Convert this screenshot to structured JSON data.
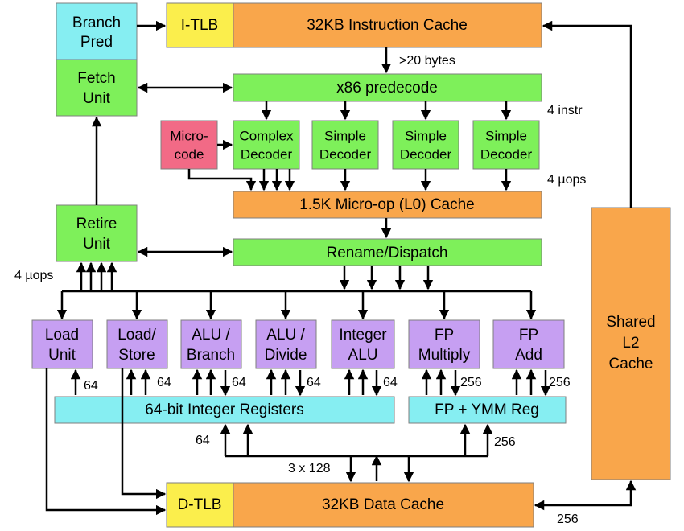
{
  "colors": {
    "orange": "#f9a64b",
    "green": "#7ef05a",
    "cyan": "#86eef2",
    "yellow": "#fbee4c",
    "pink": "#f26a86",
    "purple": "#c69ff2"
  },
  "blocks": {
    "branch_pred": [
      "Branch",
      "Pred"
    ],
    "fetch_unit": [
      "Fetch",
      "Unit"
    ],
    "retire_unit": [
      "Retire",
      "Unit"
    ],
    "itlb": "I-TLB",
    "icache": "32KB Instruction Cache",
    "predecode": "x86 predecode",
    "microcode": [
      "Micro-",
      "code"
    ],
    "complex_decoder": [
      "Complex",
      "Decoder"
    ],
    "simple_decoder": [
      "Simple",
      "Decoder"
    ],
    "uop_cache": "1.5K Micro-op (L0) Cache",
    "rename": "Rename/Dispatch",
    "load_unit": [
      "Load",
      "Unit"
    ],
    "load_store": [
      "Load/",
      "Store"
    ],
    "alu_branch": [
      "ALU /",
      "Branch"
    ],
    "alu_divide": [
      "ALU /",
      "Divide"
    ],
    "integer_alu": [
      "Integer",
      "ALU"
    ],
    "fp_multiply": [
      "FP",
      "Multiply"
    ],
    "fp_add": [
      "FP",
      "Add"
    ],
    "int_regs": "64-bit Integer Registers",
    "fp_regs": "FP + YMM Reg",
    "dtlb": "D-TLB",
    "dcache": "32KB Data Cache",
    "l2": [
      "Shared",
      "L2",
      "Cache"
    ]
  },
  "annotations": {
    "bytes": ">20 bytes",
    "instr": "4 instr",
    "uops_right": "4 µops",
    "uops_left": "4 µops",
    "w64": "64",
    "w256": "256",
    "x128": "3 x 128"
  }
}
